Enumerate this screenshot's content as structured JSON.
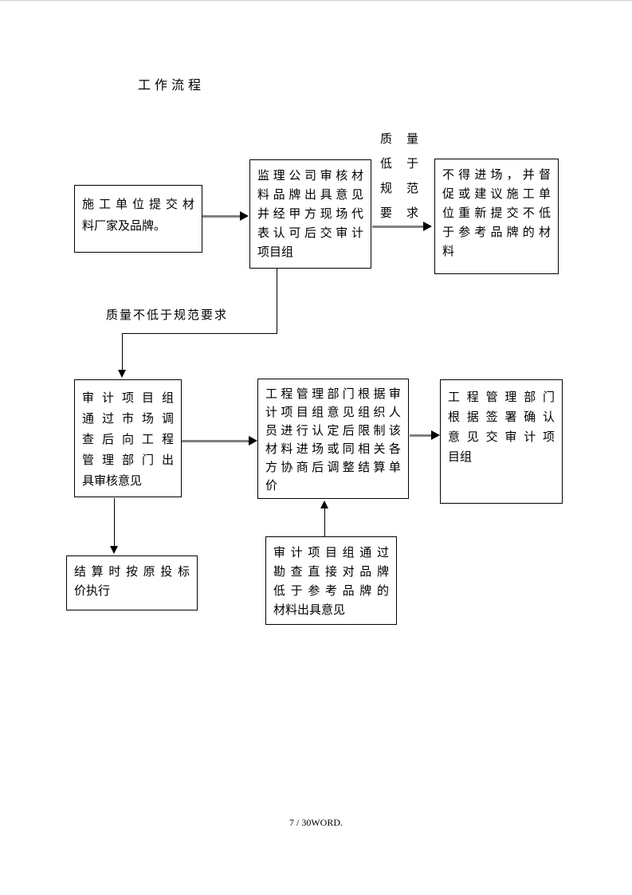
{
  "page": {
    "title": "工作流程",
    "footer": "7 / 30WORD."
  },
  "flow": {
    "box_submit": {
      "lines": [
        "施工单位提交材",
        "料厂家及品牌。"
      ]
    },
    "box_supervision": {
      "lines": [
        "监理公司审核材",
        "料品牌出具意见",
        "并经甲方现场代",
        "表认可后交审计",
        "项目组"
      ]
    },
    "box_no_entry": {
      "lines": [
        "不得进场，并督",
        "促或建议施工单",
        "位重新提交不低",
        "于参考品牌的材",
        "料"
      ]
    },
    "box_audit_review": {
      "lines": [
        "审计项目组",
        "通过市场调",
        "查后向工程",
        "管理部门出",
        "具审核意见"
      ]
    },
    "box_mgmt_decision": {
      "lines": [
        "工程管理部门根据审",
        "计项目组意见组织人",
        "员进行认定后限制该",
        "材料进场或同相关各",
        "方协商后调整结算单",
        "价"
      ]
    },
    "box_mgmt_confirm": {
      "lines": [
        "工程管理部门",
        "根据签署确认",
        "意见交审计项",
        "目组"
      ]
    },
    "box_settlement": {
      "lines": [
        "结算时按原投标",
        "价执行"
      ]
    },
    "box_audit_survey": {
      "lines": [
        "审计项目组通过",
        "勘查直接对品牌",
        "低于参考品牌的",
        "材料出具意见"
      ]
    },
    "labels": {
      "quality_below_lines": [
        "质量",
        "低于",
        "规范",
        "要求"
      ],
      "quality_not_below": "质量不低于规范要求"
    },
    "colors": {
      "box_border": "#000000",
      "arrow_shaft": "#808080",
      "arrow_head": "#000000",
      "text": "#000000",
      "background": "#ffffff"
    }
  }
}
